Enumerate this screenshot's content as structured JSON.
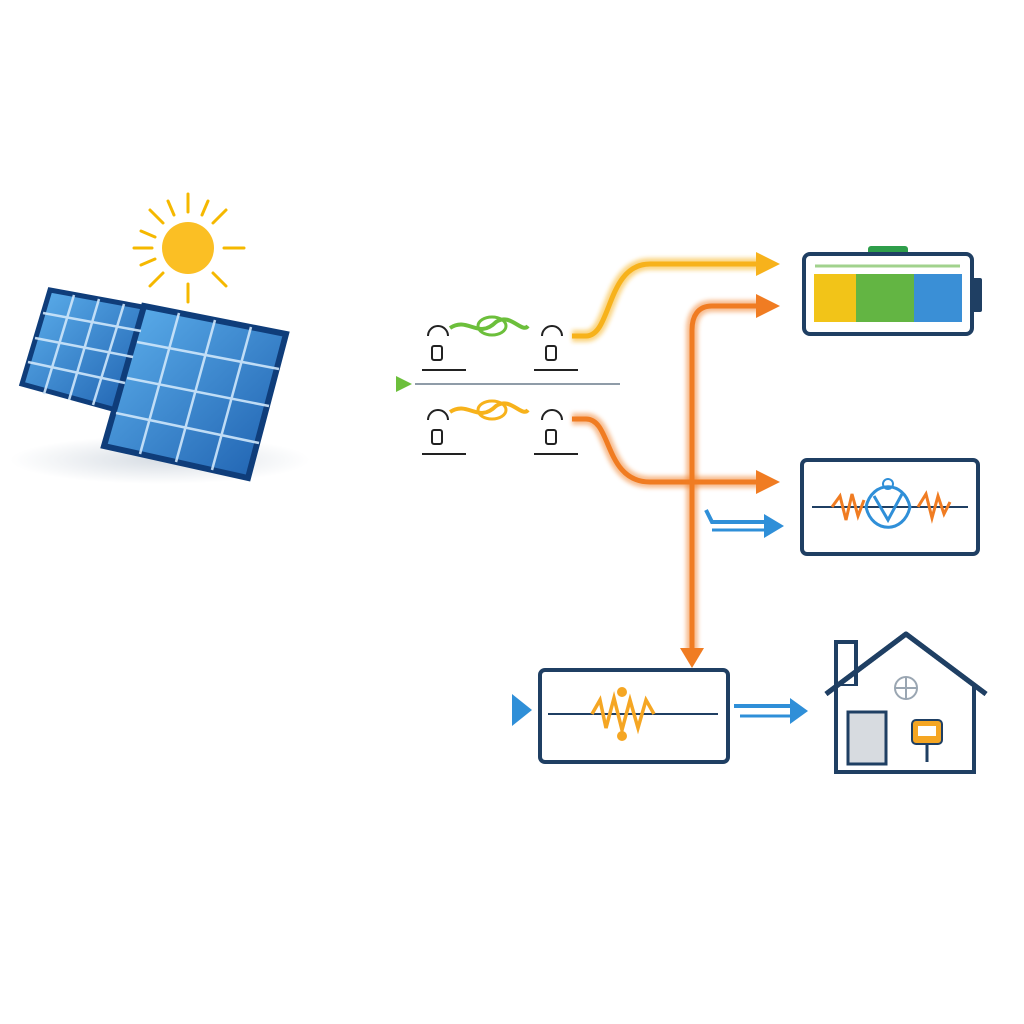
{
  "colors": {
    "background": "#ffffff",
    "sun": "#fbbf24",
    "sun_rays": "#f5b800",
    "panel_dark": "#1e5aa8",
    "panel_light": "#4fa3e6",
    "panel_frame": "#0f3d7a",
    "flow_yellow": "#f7b21b",
    "flow_green": "#6cbf3b",
    "flow_orange": "#f07c22",
    "flow_blue": "#2f8fd8",
    "outline_navy": "#1f3f63",
    "battery_cell_1": "#f2c418",
    "battery_cell_2": "#63b543",
    "battery_cell_3": "#3a8fd6",
    "battery_cap": "#2e9e4a",
    "house_door": "#d7dbe0",
    "meter": "#f5a623"
  },
  "nodes": {
    "sun": {
      "icon": "sun-icon"
    },
    "solar_panel": {
      "icon": "solar-panel-icon"
    },
    "junction_upper": {
      "icons": [
        "breaker-icon",
        "connector-icon",
        "breaker-icon"
      ]
    },
    "junction_lower": {
      "icons": [
        "breaker-icon",
        "connector-icon",
        "breaker-icon"
      ]
    },
    "battery": {
      "icon": "battery-icon",
      "cells": 3
    },
    "inverter_upper": {
      "icon": "waveform-icon"
    },
    "inverter_lower": {
      "icon": "waveform-icon"
    },
    "house": {
      "icon": "house-icon"
    }
  },
  "flows": [
    {
      "from": "solar_panel",
      "to": "junction_upper",
      "color": "flow_yellow"
    },
    {
      "from": "solar_panel",
      "to": "junction_middle",
      "color": "flow_green"
    },
    {
      "from": "solar_panel",
      "to": "junction_lower",
      "color": "flow_yellow"
    },
    {
      "from": "junction_upper",
      "to": "battery",
      "color": "flow_yellow"
    },
    {
      "from": "junction_lower",
      "to": "inverter_upper",
      "color": "flow_orange"
    },
    {
      "from": "vertical_bus",
      "to": "battery",
      "color": "flow_orange"
    },
    {
      "from": "vertical_bus",
      "to": "inverter_lower",
      "color": "flow_orange"
    },
    {
      "from": "vertical_bus",
      "to": "inverter_upper",
      "color": "flow_blue"
    },
    {
      "from": "grid",
      "to": "inverter_lower",
      "color": "flow_blue"
    },
    {
      "from": "inverter_lower",
      "to": "house",
      "color": "flow_blue"
    }
  ]
}
